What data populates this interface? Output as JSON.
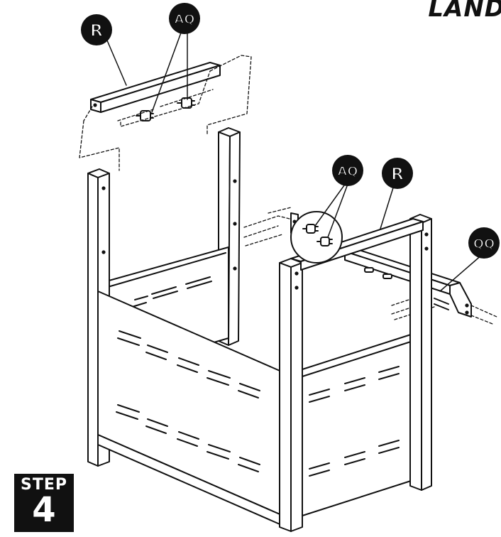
{
  "brand": {
    "text": "LAND"
  },
  "step": {
    "word": "STEP",
    "number": "4"
  },
  "callouts": {
    "r_top": "R",
    "aq_top": "AQ",
    "aq_right": "AQ",
    "r_right": "R",
    "qq": "QQ"
  }
}
